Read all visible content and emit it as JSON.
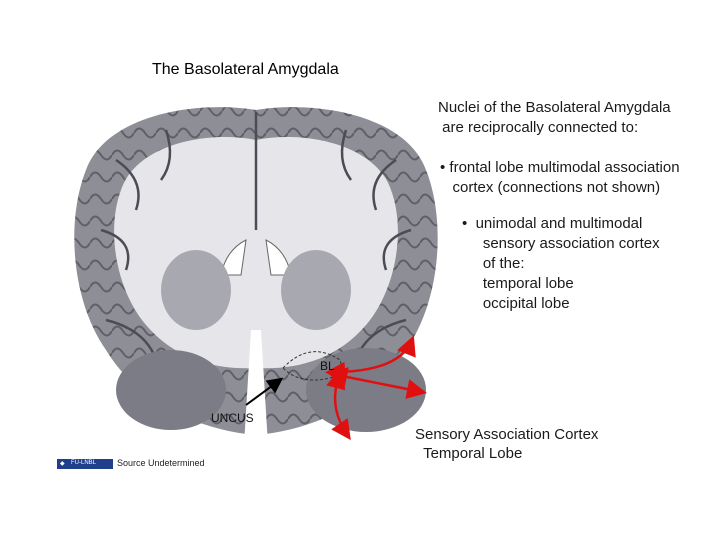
{
  "title": "The Basolateral Amygdala",
  "heading": "Nuclei of the Basolateral Amygdala\n are reciprocally connected to:",
  "bullet1": "• frontal lobe multimodal association\n   cortex (connections not shown)",
  "bullet2": "•  unimodal and multimodal\n     sensory association cortex\n     of the:\n     temporal lobe\n     occipital lobe",
  "bl_label": "BL",
  "uncus_label": "UNCUS",
  "sensory_label": "Sensory Association Cortex\n  Temporal Lobe",
  "source": "Source Undetermined",
  "logo_text": "FU-LNBL",
  "colors": {
    "arrow": "#e01010",
    "tissue": "#8e8e96",
    "white_matter": "#e6e6ea"
  }
}
